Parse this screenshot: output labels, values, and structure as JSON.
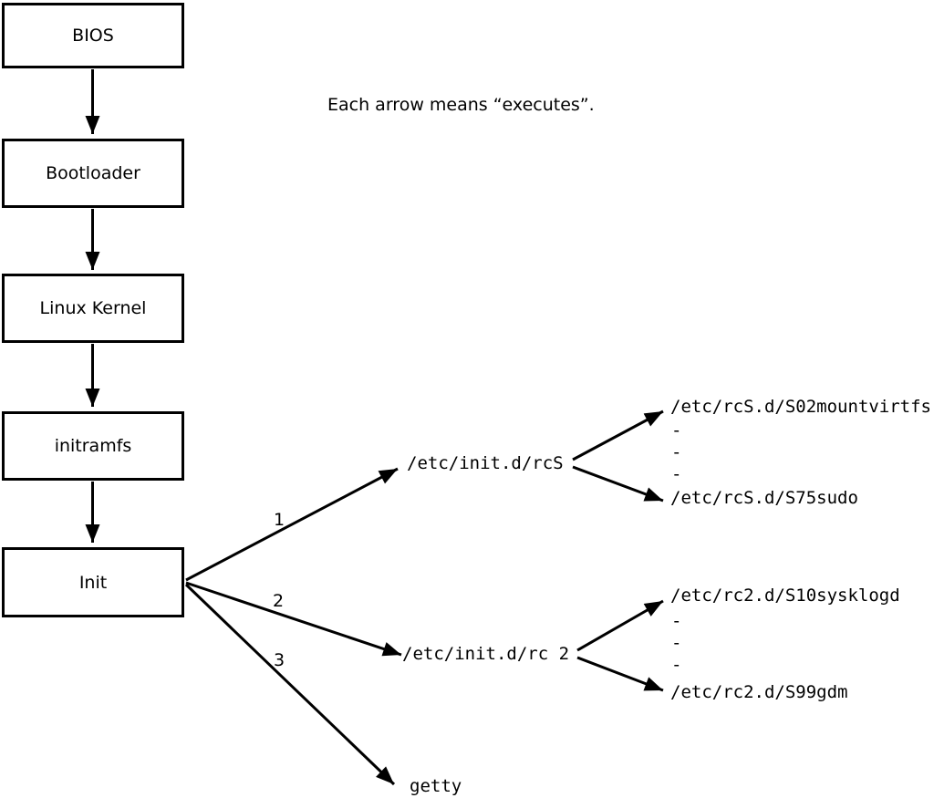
{
  "note": "Each arrow means “executes”.",
  "boot_sequence": [
    {
      "label": "BIOS"
    },
    {
      "label": "Bootloader"
    },
    {
      "label": "Linux Kernel"
    },
    {
      "label": "initramfs"
    },
    {
      "label": "Init"
    }
  ],
  "branches": [
    {
      "order": "1",
      "target": "/etc/init.d/rcS",
      "children": [
        "/etc/rcS.d/S02mountvirtfs",
        "-",
        "-",
        "-",
        "/etc/rcS.d/S75sudo"
      ]
    },
    {
      "order": "2",
      "target": "/etc/init.d/rc 2",
      "children": [
        "/etc/rc2.d/S10sysklogd",
        "-",
        "-",
        "-",
        "/etc/rc2.d/S99gdm"
      ]
    },
    {
      "order": "3",
      "target": "getty",
      "children": []
    }
  ],
  "colors": {
    "background": "#ffffff",
    "line": "#000000",
    "text": "#000000"
  }
}
